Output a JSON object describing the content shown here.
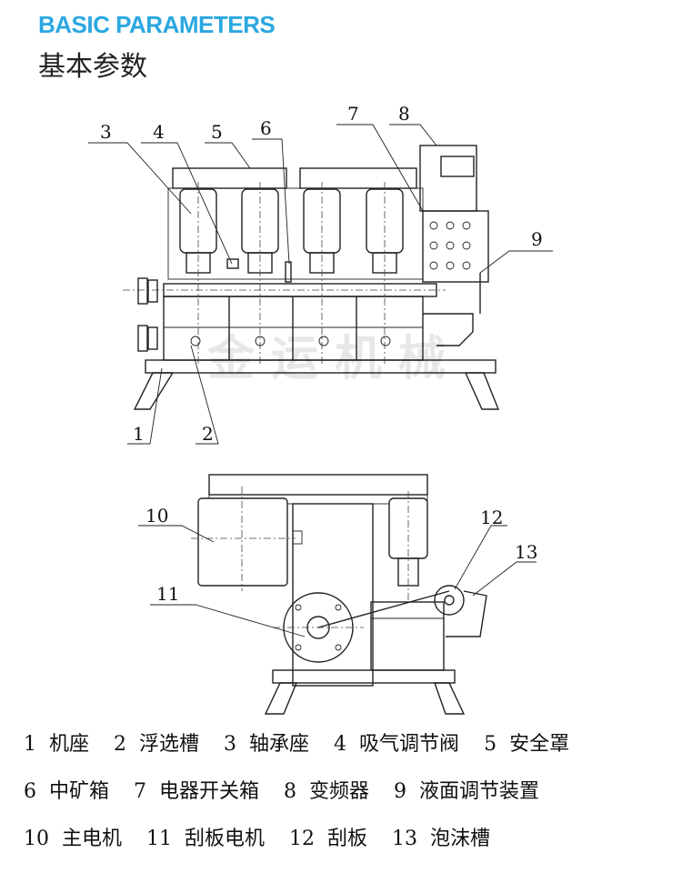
{
  "header": {
    "title_en": "BASIC PARAMETERS",
    "title_cn": "基本参数"
  },
  "watermark": "金运机械",
  "callouts_top": [
    "1",
    "2",
    "3",
    "4",
    "5",
    "6",
    "7",
    "8",
    "9"
  ],
  "callouts_bottom": [
    "10",
    "11",
    "12",
    "13"
  ],
  "legend": [
    [
      {
        "n": "1",
        "label": "机座"
      },
      {
        "n": "2",
        "label": "浮选槽"
      },
      {
        "n": "3",
        "label": "轴承座"
      },
      {
        "n": "4",
        "label": "吸气调节阀"
      },
      {
        "n": "5",
        "label": "安全罩"
      }
    ],
    [
      {
        "n": "6",
        "label": "中矿箱"
      },
      {
        "n": "7",
        "label": "电器开关箱"
      },
      {
        "n": "8",
        "label": "变频器"
      },
      {
        "n": "9",
        "label": "液面调节装置"
      }
    ],
    [
      {
        "n": "10",
        "label": "主电机"
      },
      {
        "n": "11",
        "label": "刮板电机"
      },
      {
        "n": "12",
        "label": "刮板"
      },
      {
        "n": "13",
        "label": "泡沫槽"
      }
    ]
  ]
}
